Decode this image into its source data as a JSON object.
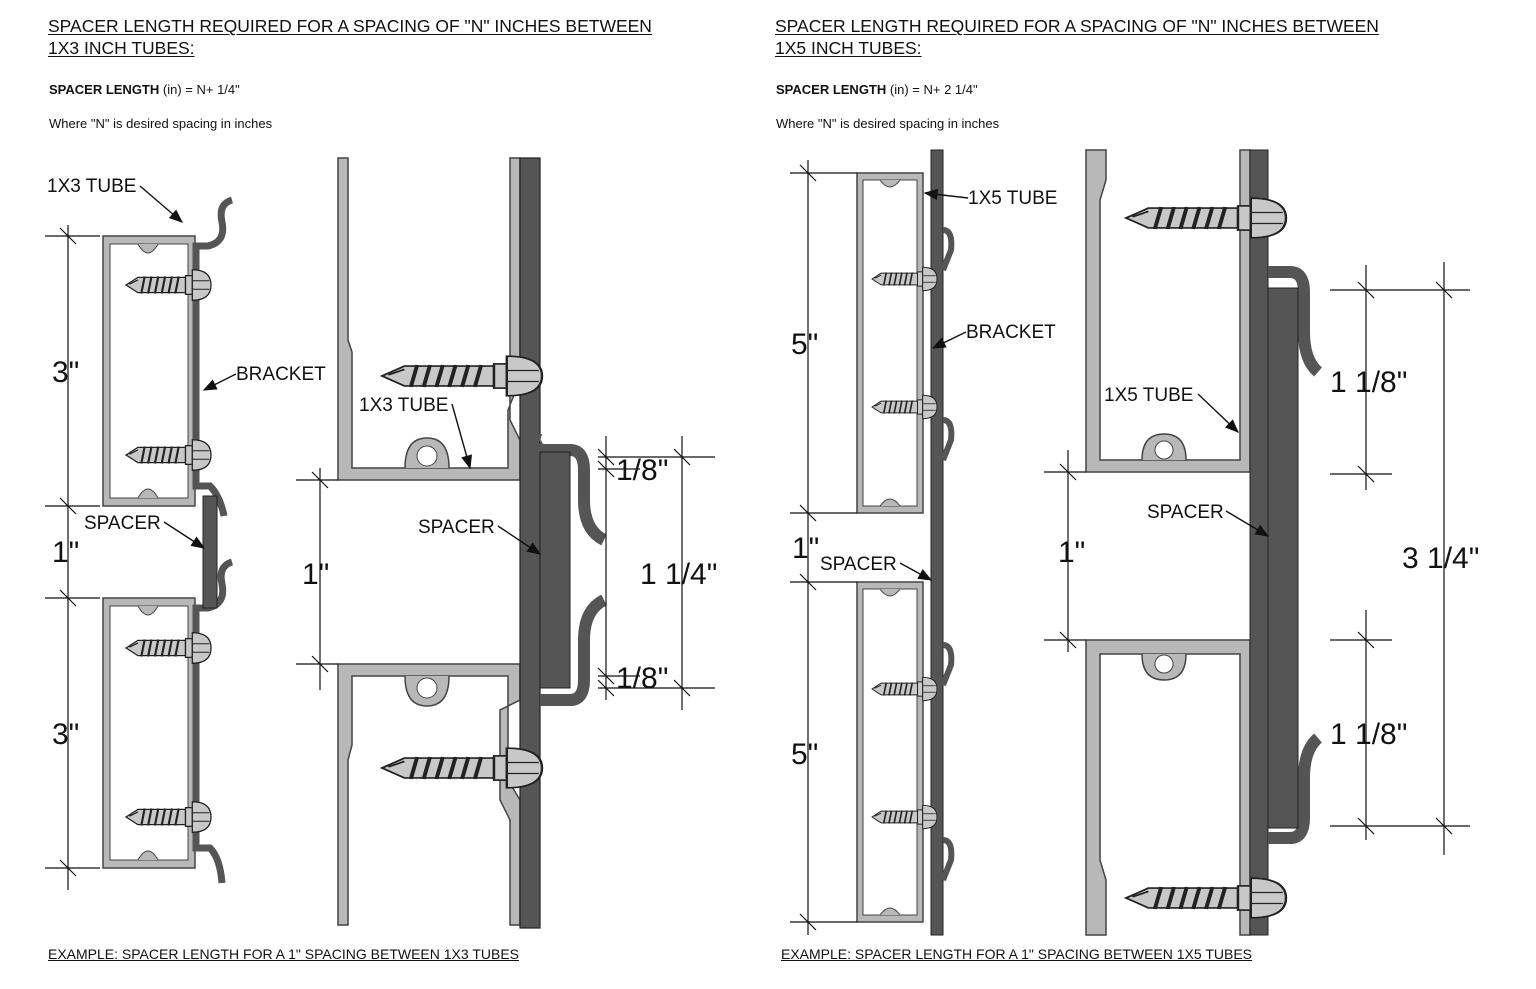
{
  "left": {
    "heading_line1": "SPACER LENGTH REQUIRED FOR A SPACING OF \"N\" INCHES BETWEEN",
    "heading_line2": "1X3 INCH TUBES:",
    "formula_label": "SPACER LENGTH",
    "formula_unit": "(in) = N+ 1/4\"",
    "where": "Where \"N\" is desired spacing in inches",
    "callouts": {
      "tube_small": "1X3 TUBE",
      "bracket": "BRACKET",
      "spacer_small": "SPACER",
      "tube_large": "1X3 TUBE",
      "spacer_large": "SPACER"
    },
    "dims": {
      "top_tube": "3\"",
      "gap_small": "1\"",
      "bottom_tube": "3\"",
      "gap_large": "1\"",
      "eighth_top": "1/8\"",
      "total": "1 1/4\"",
      "eighth_bottom": "1/8\""
    },
    "example": "EXAMPLE: SPACER LENGTH FOR A 1\" SPACING BETWEEN 1X3 TUBES"
  },
  "right": {
    "heading_line1": "SPACER LENGTH REQUIRED FOR A SPACING OF \"N\" INCHES BETWEEN",
    "heading_line2": "1X5 INCH TUBES:",
    "formula_label": "SPACER LENGTH",
    "formula_unit": "(in) = N+ 2 1/4\"",
    "where": "Where \"N\" is desired spacing in inches",
    "callouts": {
      "tube_small": "1X5 TUBE",
      "bracket": "BRACKET",
      "spacer_small": "SPACER",
      "tube_large": "1X5 TUBE",
      "spacer_large": "SPACER"
    },
    "dims": {
      "top_tube": "5\"",
      "gap_small": "1\"",
      "bottom_tube": "5\"",
      "gap_large": "1\"",
      "eighth_top": "1 1/8\"",
      "total": "3 1/4\"",
      "eighth_bottom": "1 1/8\""
    },
    "example": "EXAMPLE: SPACER LENGTH FOR A 1\" SPACING BETWEEN 1X5 TUBES"
  },
  "colors": {
    "tube_fill": "#b8b8b8",
    "tube_stroke": "#4a4a4a",
    "bracket_fill": "#5a5a5a",
    "screw_fill": "#c8c8c8",
    "line": "#111111"
  }
}
